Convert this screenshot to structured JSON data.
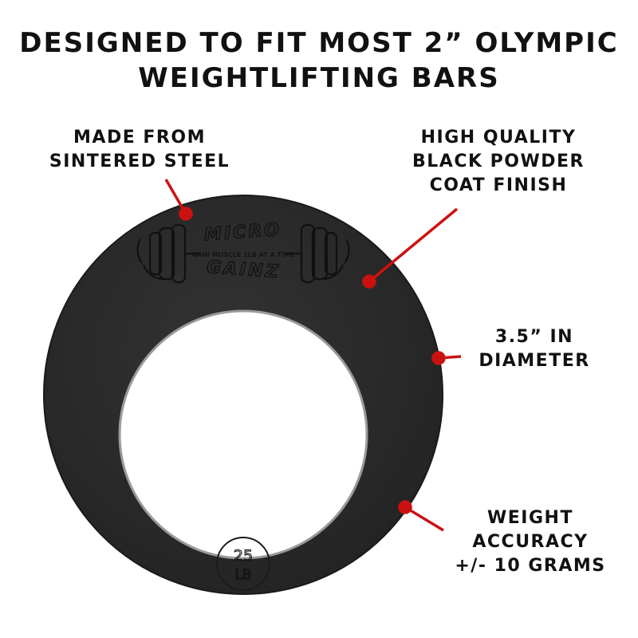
{
  "headline": {
    "line1": "DESIGNED TO FIT MOST 2” OLYMPIC",
    "line2": "WEIGHTLIFTING BARS"
  },
  "callouts": {
    "material": {
      "line1": "MADE FROM",
      "line2": "SINTERED STEEL"
    },
    "finish": {
      "line1": "HIGH QUALITY",
      "line2": "BLACK POWDER",
      "line3": "COAT FINISH"
    },
    "diameter": {
      "line1": "3.5” IN",
      "line2": "DIAMETER"
    },
    "accuracy": {
      "line1": "WEIGHT",
      "line2": "ACCURACY",
      "line3": "+/- 10 GRAMS"
    }
  },
  "plate": {
    "brand_top": "MICRO",
    "tagline": "GAIN MUSCLE 1LB AT A TIME",
    "brand_bottom": "GAINZ",
    "weight_value": "25",
    "weight_unit": "LB",
    "logo_icon": "barbell-fist-icon"
  },
  "colors": {
    "plate": "#2b2b2b",
    "pointer": "#cc1111",
    "text": "#111111"
  }
}
